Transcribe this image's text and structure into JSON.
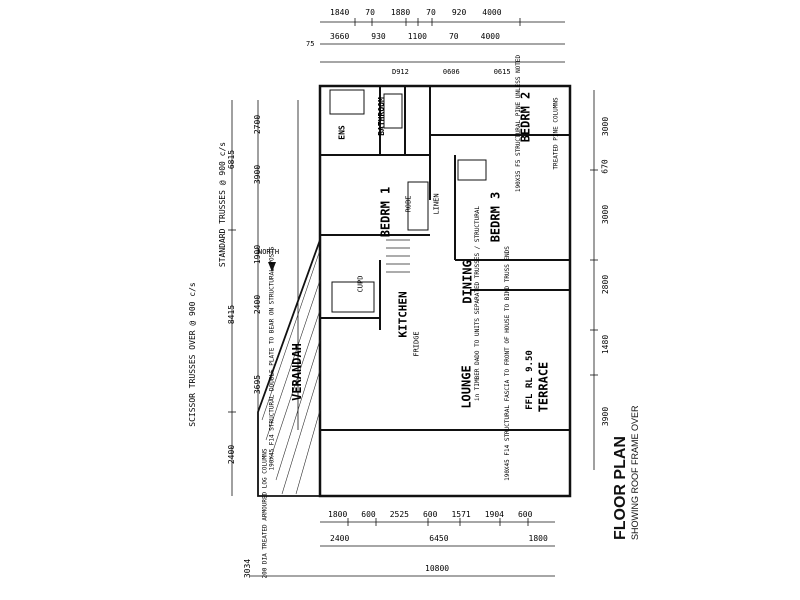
{
  "title": "FLOOR PLAN",
  "subtitle": "SHOWING ROOF FRAME OVER",
  "rooms": {
    "bedroom1": "BEDRM 1",
    "bedroom2": "BEDRM 2",
    "bedroom3": "BEDRM 3",
    "bathroom": "BATHROOM",
    "ens": "ENS",
    "robe": "ROBE",
    "linen": "LINEN",
    "kitchen": "KITCHEN",
    "dining": "DINING",
    "lounge": "LOUNGE",
    "verandah": "VERANDAH",
    "terrace": "TERRACE",
    "ffl": "FFL RL 9.50",
    "fridge": "FRIDGE",
    "cupd": "CUPD"
  },
  "notes": {
    "standard_trusses": "STANDARD TRUSSES @ 900 c/s",
    "scissor_trusses": "SCISSOR TRUSSES OVER @ 900 c/s",
    "header_note": "190X35 F5 STRUCTURAL PINE UNLESS NOTED",
    "fascia_note": "190X45 F14 STRUCTURAL FASCIA TO FRONT OF HOUSE TO BIND TRUSS ENDS",
    "verandah_note": "190X45 F14 STRUCTURAL DOUBLE PLATE TO BEAR ON STRUCTURAL POSTS",
    "log_columns": "200 DIA TREATED ARMOURED LOG COLUMNS",
    "lounge_note": "in TIMBER DADO TO UNITS SEPARATED TRUSSES / STRUCTURAL",
    "treated_pine": "TREATED PINE COLUMNS",
    "north": "NORTH"
  },
  "dimensions": {
    "top_row1": [
      "1840",
      "70",
      "1880",
      "70",
      "920",
      "4000"
    ],
    "top_row2": [
      "3660",
      "930",
      "1100",
      "70",
      "4000"
    ],
    "top_row3": [
      "D912",
      "0606",
      "0615"
    ],
    "left": [
      "6815",
      "8415",
      "2400"
    ],
    "left_inner": [
      "2700",
      "3900",
      "1900",
      "2400",
      "3695"
    ],
    "right": [
      "3000",
      "670",
      "3000",
      "2800",
      "1480",
      "3900"
    ],
    "bottom_row1": [
      "1800",
      "600",
      "2525",
      "600",
      "1571",
      "1904",
      "600"
    ],
    "bottom_row2": [
      "2400",
      "6450",
      "1800"
    ],
    "bottom_total": "10800",
    "bottom_left": "3034",
    "unit_75": "75"
  }
}
